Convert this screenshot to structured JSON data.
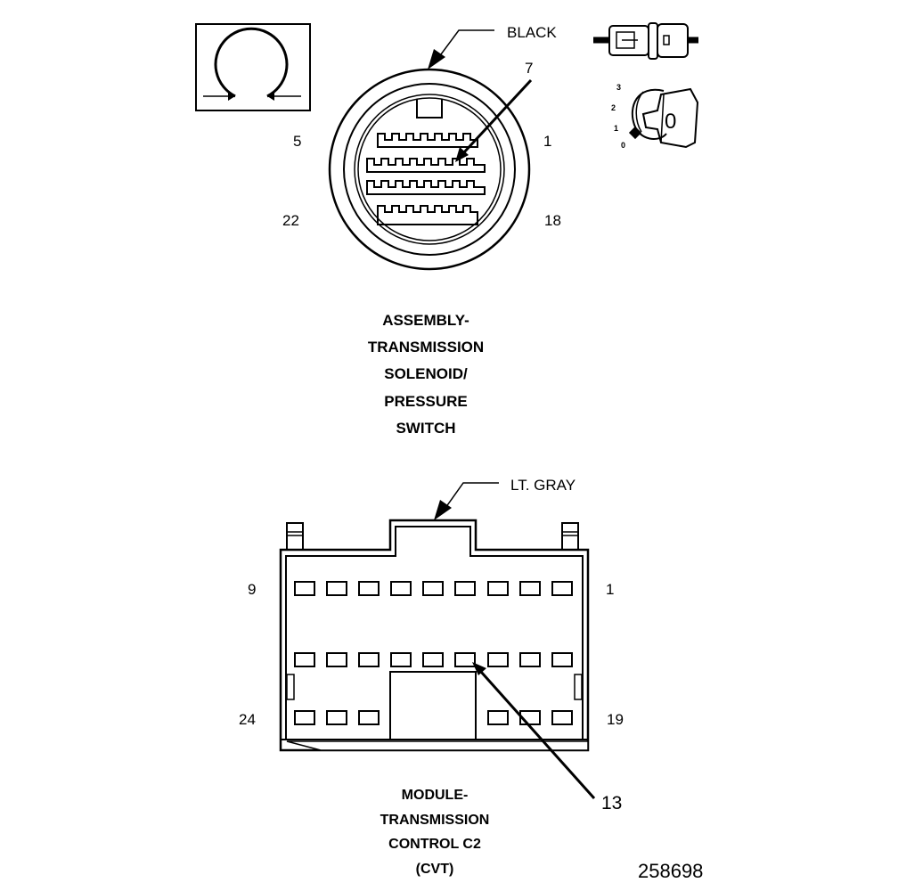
{
  "connector1": {
    "color_label": "BLACK",
    "callout": "7",
    "pin_labels": {
      "top_left": "5",
      "top_right": "1",
      "bottom_left": "22",
      "bottom_right": "18"
    },
    "title_lines": [
      "ASSEMBLY-",
      "TRANSMISSION",
      "SOLENOID/",
      "PRESSURE",
      "SWITCH"
    ]
  },
  "key_switch": {
    "positions": [
      "3",
      "2",
      "1",
      "0"
    ],
    "key_label": "0"
  },
  "connector2": {
    "color_label": "LT. GRAY",
    "callout": "13",
    "pin_labels": {
      "top_left": "9",
      "top_right": "1",
      "bottom_left": "24",
      "bottom_right": "19"
    },
    "title_lines": [
      "MODULE-",
      "TRANSMISSION",
      "CONTROL C2",
      "(CVT)"
    ]
  },
  "figure_number": "258698"
}
